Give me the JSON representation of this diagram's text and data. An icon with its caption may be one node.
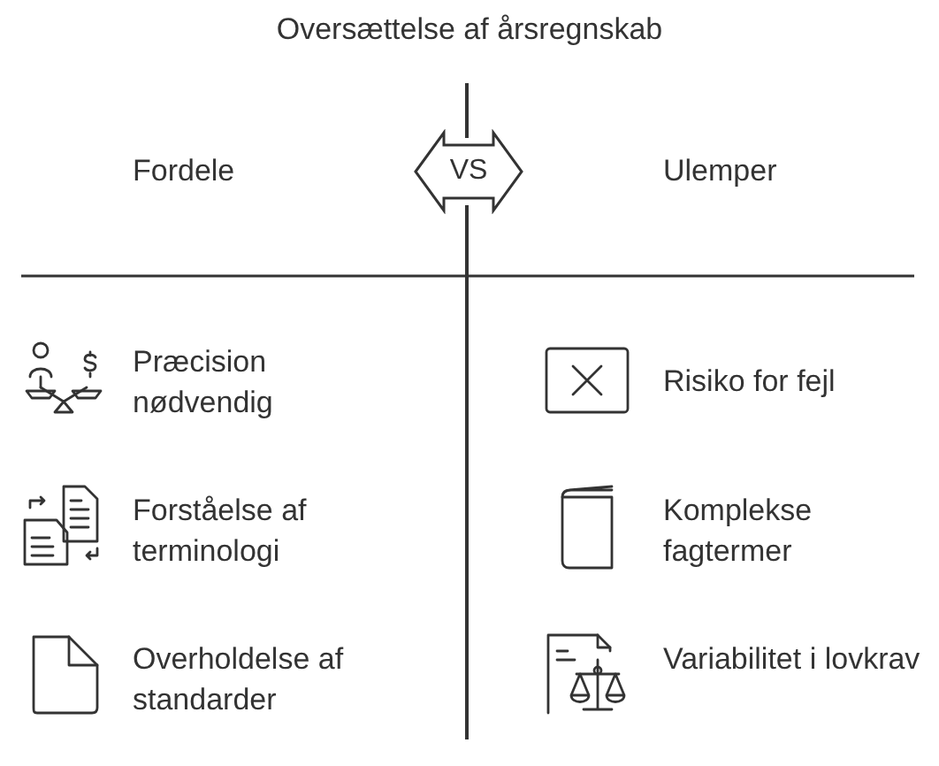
{
  "diagram": {
    "title": "Oversættelse af årsregnskab",
    "nodes": [
      {
        "text": [
          "VS"
        ]
      }
    ],
    "labels": [
      "Fordele",
      "Ulemper",
      "Præcision nødvendig",
      "Risiko for fejl",
      "Forståelse af terminologi",
      "Komplekse fagtermer",
      "Overholdelse af standarder",
      "Variabilitet i lovkrav"
    ]
  }
}
